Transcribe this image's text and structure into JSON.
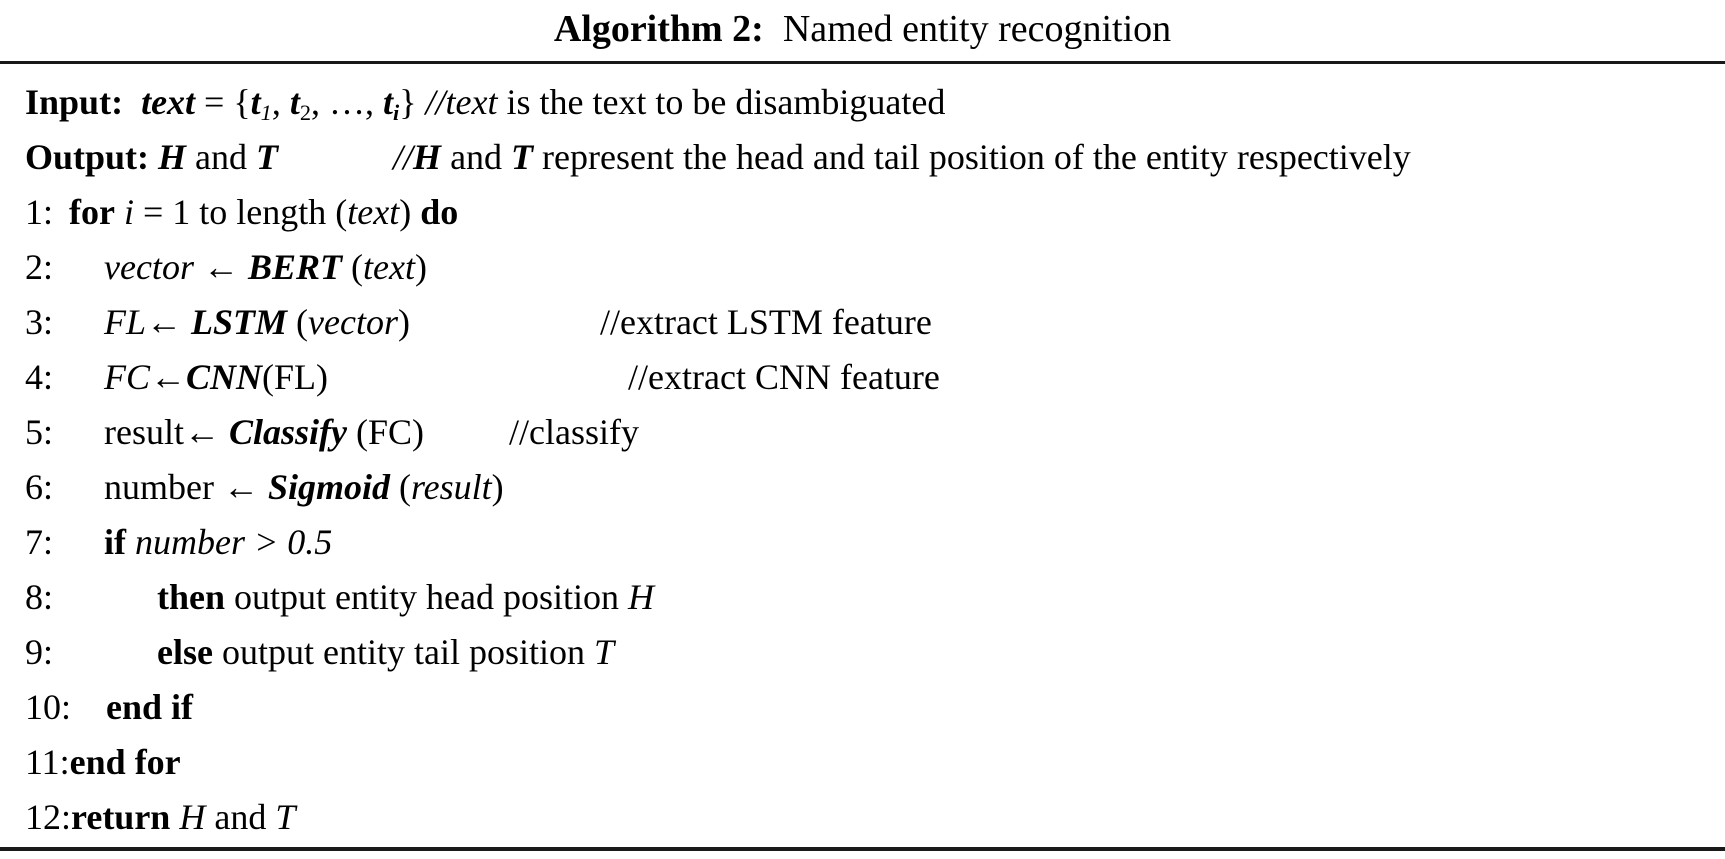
{
  "figure": {
    "title": {
      "bold": "Algorithm 2:",
      "rest": "  Named entity recognition"
    }
  },
  "lines": {
    "input": {
      "segs": [
        "Input:",
        "  ",
        "text",
        " = {",
        "t",
        "1",
        ", ",
        "t",
        "2",
        ", …, ",
        "t",
        "i",
        "} ",
        "//text",
        " is the text to be disambiguated"
      ]
    },
    "output": {
      "segs": [
        "Output:",
        " ",
        "H",
        " and ",
        "T",
        "//",
        "H",
        " and ",
        "T",
        " represent the head and tail position of the entity respectively"
      ]
    },
    "l1": {
      "num": "1:",
      "segs": [
        "for",
        " ",
        "i",
        " = 1 to length (",
        "text",
        ") ",
        "do"
      ]
    },
    "l2": {
      "num": "2:",
      "segs": [
        "vector",
        " ← ",
        "BERT",
        " (",
        "text",
        ")"
      ]
    },
    "l3": {
      "num": "3:",
      "segs": [
        "FL",
        "← ",
        "LSTM",
        " (",
        "vector",
        ")",
        "//extract LSTM feature"
      ]
    },
    "l4": {
      "num": "4:",
      "segs": [
        "FC",
        "←",
        "CNN",
        "(FL)",
        "//extract CNN feature"
      ]
    },
    "l5": {
      "num": "5:",
      "segs": [
        "result← ",
        "Classify",
        " (FC)",
        "//classify"
      ]
    },
    "l6": {
      "num": "6:",
      "segs": [
        "number ← ",
        "Sigmoid",
        " (",
        "result",
        ")"
      ]
    },
    "l7": {
      "num": "7:",
      "segs": [
        "if",
        " ",
        "number > 0.5"
      ]
    },
    "l8": {
      "num": "8:",
      "segs": [
        "then",
        " output entity head position ",
        "H"
      ]
    },
    "l9": {
      "num": "9:",
      "segs": [
        "else",
        " output entity tail position ",
        "T"
      ]
    },
    "l10": {
      "num": "10:",
      "segs": [
        "end if"
      ]
    },
    "l11": {
      "num": "11:",
      "segs": [
        "end for"
      ]
    },
    "l12": {
      "num": "12:",
      "segs": [
        "return",
        " ",
        "H",
        " and ",
        "T"
      ]
    }
  },
  "colors": {
    "text": "#000000",
    "rule": "#191919",
    "background": "#ffffff"
  }
}
